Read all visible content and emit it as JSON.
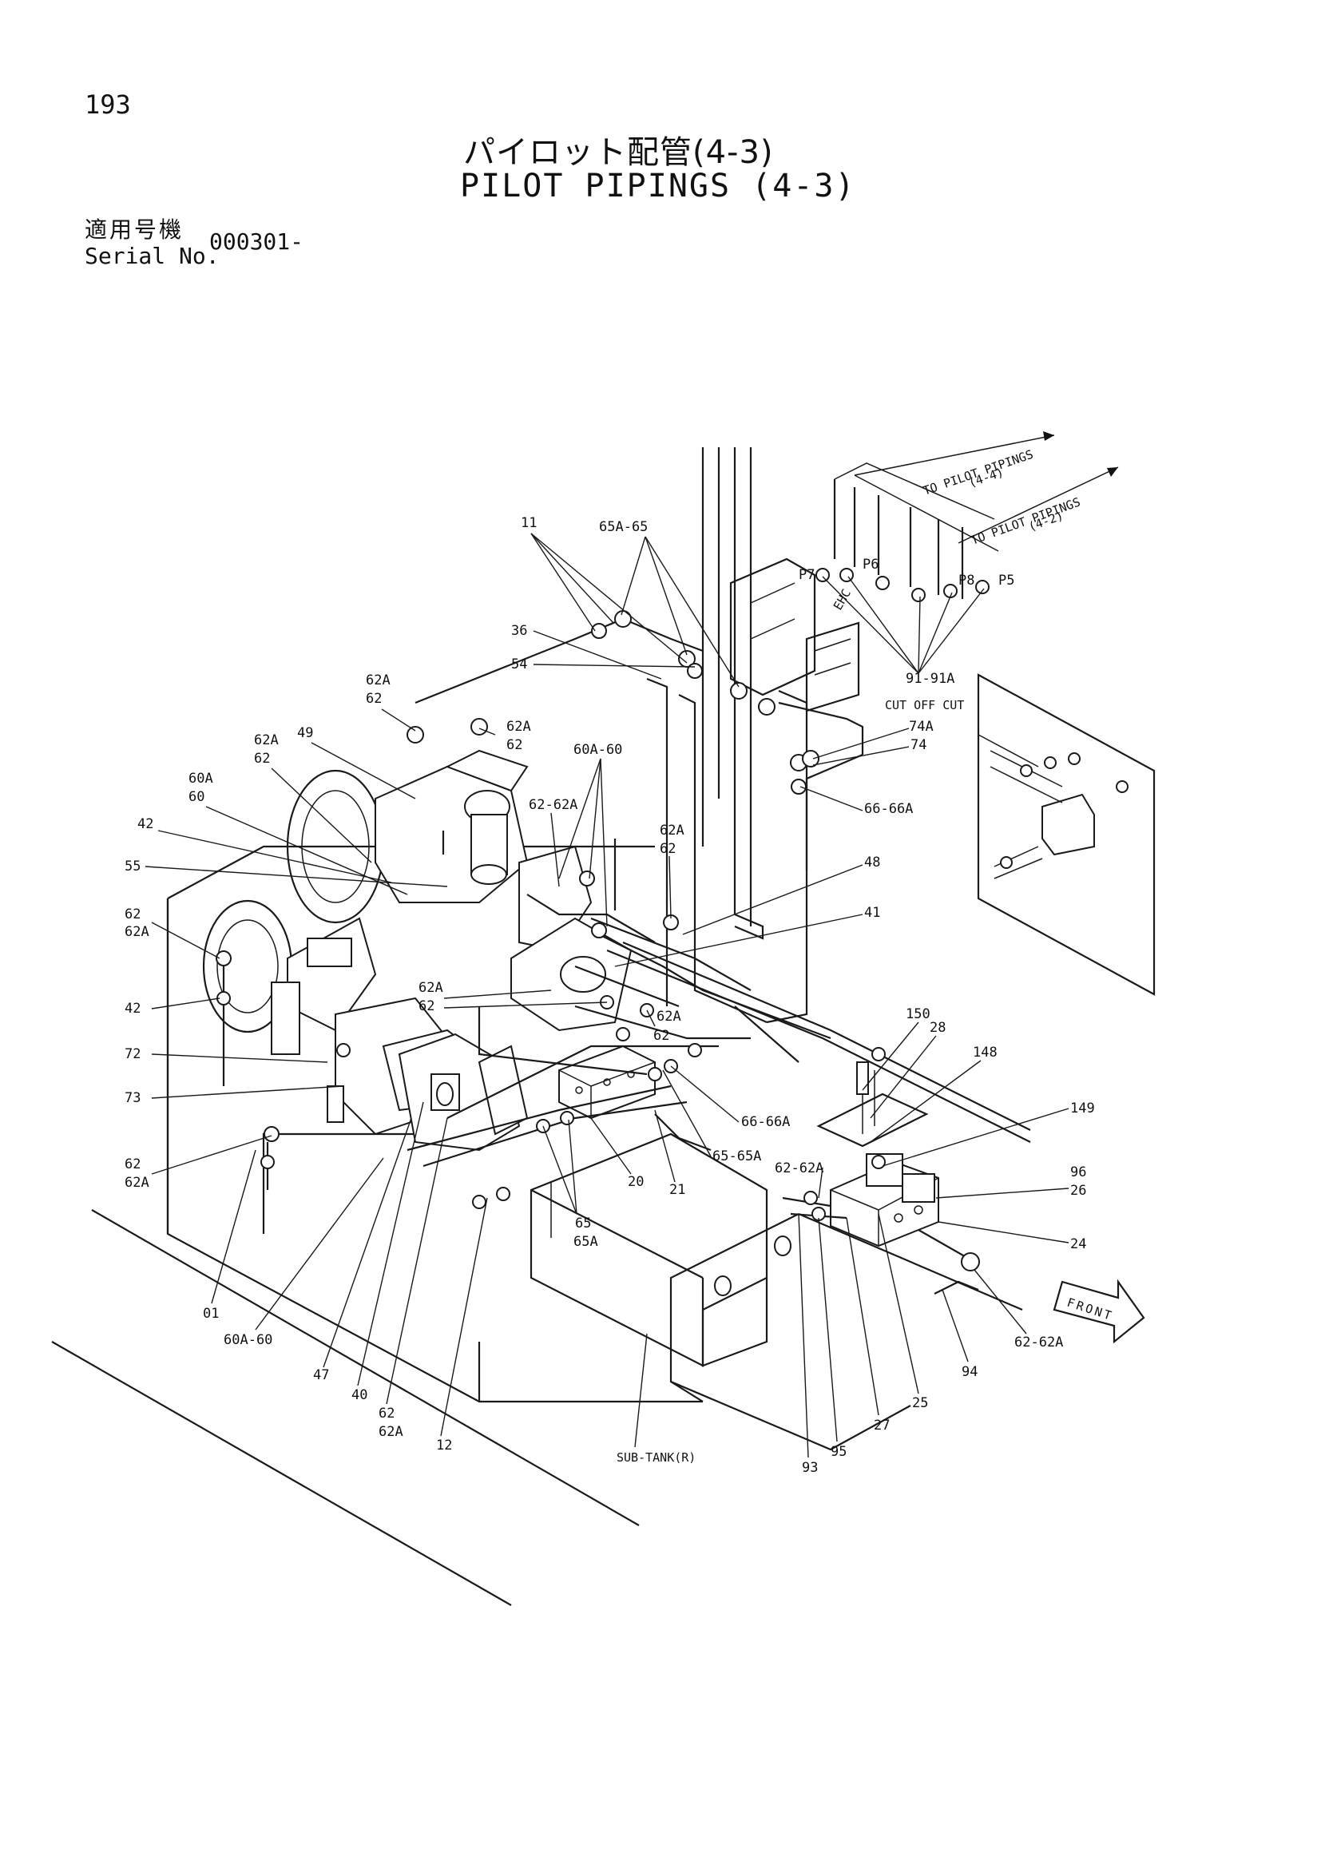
{
  "header": {
    "page_number": "193",
    "title_jp": "パイロット配管(4-3)",
    "title_en": "PILOT PIPINGS (4-3)",
    "serial_label_jp": "適用号機",
    "serial_label_en": "Serial No.",
    "serial_value": "000301-"
  },
  "arrows": {
    "to_4_4_line1": "TO PILOT PIPINGS",
    "to_4_4_line2": "(4-4)",
    "to_4_2_line1": "TO PILOT PIPINGS",
    "to_4_2_line2": "(4-2)",
    "front": "FRONT"
  },
  "ports": {
    "p7": "P7",
    "p6": "P6",
    "p8": "P8",
    "p5": "P5",
    "ehc": "EHC",
    "cut_off_cut": "CUT OFF CUT",
    "sub_tank": "SUB-TANK(R)"
  },
  "callouts": {
    "c11": "11",
    "c65a_65": "65A-65",
    "c36": "36",
    "c54": "54",
    "c62a_1a": "62A",
    "c62_1b": "62",
    "c62a_2a": "62A",
    "c62_2b": "62",
    "c62a_3a": "62A",
    "c62_3b": "62",
    "c49": "49",
    "c60a_a": "60A",
    "c60_b": "60",
    "c42_1": "42",
    "c55": "55",
    "c62_4a": "62",
    "c62a_4b": "62A",
    "c42_2": "42",
    "c72": "72",
    "c73": "73",
    "c62_5a": "62",
    "c62a_5b": "62A",
    "c01": "01",
    "c60a_60_low": "60A-60",
    "c47": "47",
    "c40": "40",
    "c62_6a": "62",
    "c62a_6b": "62A",
    "c12": "12",
    "c60a_60_top": "60A-60",
    "c62_62a_mid": "62-62A",
    "c62a_7a": "62A",
    "c62_7b": "62",
    "c62a_8a": "62A",
    "c62_8b": "62",
    "c62a_9": "62A",
    "c62_9": "62",
    "c48": "48",
    "c41": "41",
    "c91_91a": "91-91A",
    "c74a": "74A",
    "c74": "74",
    "c66_66a_top": "66-66A",
    "c66_66a_low": "66-66A",
    "c65_65a": "65-65A",
    "c20": "20",
    "c21": "21",
    "c65": "65",
    "c65a": "65A",
    "c150": "150",
    "c28": "28",
    "c148": "148",
    "c149": "149",
    "c96": "96",
    "c26": "26",
    "c24": "24",
    "c62_62a_right": "62-62A",
    "c62_62a_bottom": "62-62A",
    "c94": "94",
    "c25": "25",
    "c27": "27",
    "c95": "95",
    "c93": "93"
  }
}
